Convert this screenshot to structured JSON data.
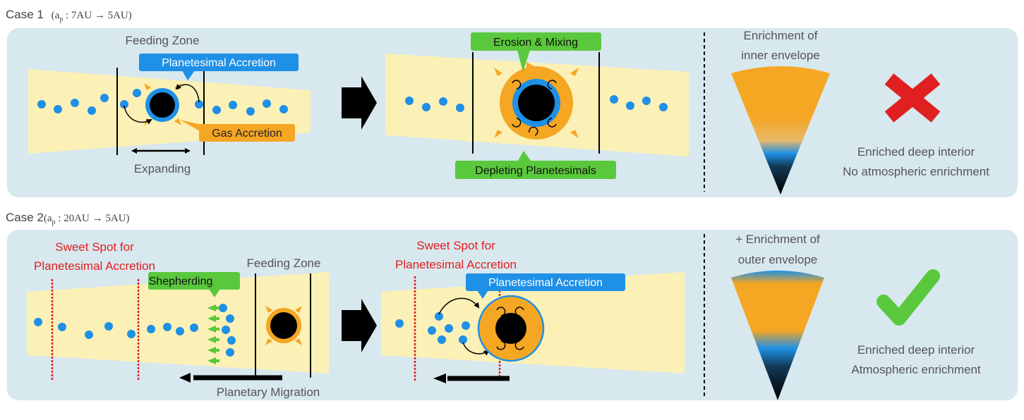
{
  "case1": {
    "title_prefix": "Case 1",
    "title_formula": "(a",
    "title_sub": "p",
    "title_rest": " : 7AU → 5AU)",
    "feeding_zone": "Feeding Zone",
    "planetesimal_accretion": "Planetesimal Accretion",
    "gas_accretion": "Gas Accretion",
    "expanding": "Expanding",
    "erosion_mixing": "Erosion & Mixing",
    "depleting": "Depleting Planetesimals",
    "enrichment_line1": "Enrichment of",
    "enrichment_line2": "inner envelope",
    "result_line1": "Enriched deep interior",
    "result_line2": "No atmospheric enrichment"
  },
  "case2": {
    "title_prefix": "Case 2",
    "title_formula": "(a",
    "title_sub": "p",
    "title_rest": " : 20AU → 5AU)",
    "sweet_spot_line1": "Sweet Spot for",
    "sweet_spot_line2": "Planetesimal Accretion",
    "shepherding": "Shepherding",
    "feeding_zone": "Feeding Zone",
    "planetary_migration": "Planetary Migration",
    "sweet_spot2_line1": "Sweet Spot for",
    "sweet_spot2_line2": "Planetesimal Accretion",
    "planetesimal_accretion": "Planetesimal Accretion",
    "enrichment_line1": "+ Enrichment of",
    "enrichment_line2": "outer envelope",
    "result_line1": "Enriched deep interior",
    "result_line2": "Atmospheric enrichment"
  },
  "colors": {
    "panel": "#d8e8ef",
    "disk": "#fbf0b6",
    "blue": "#1e90e6",
    "orange": "#f5a623",
    "green": "#5ac83c",
    "red": "#e02020",
    "gray_text": "#555555",
    "dark": "#000000"
  },
  "icons": {
    "failure": "cross-icon",
    "success": "checkmark-icon",
    "next_step": "right-arrow-icon"
  }
}
